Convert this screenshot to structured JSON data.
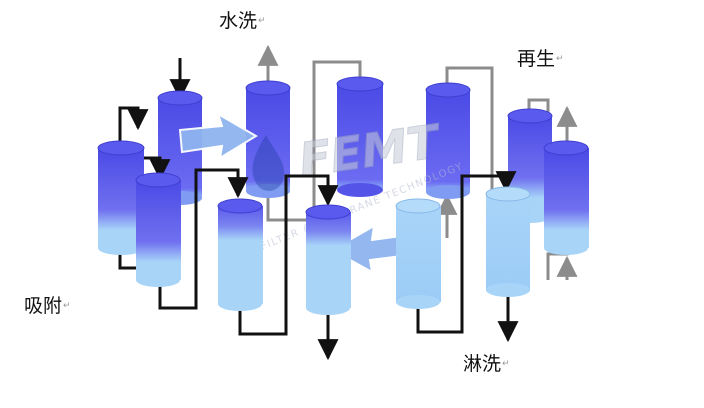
{
  "labels": {
    "water_wash": "水洗",
    "regeneration": "再生",
    "adsorption": "吸附",
    "rinse": "淋洗",
    "return_mark": "↵"
  },
  "watermark": {
    "logo_text": "FEMT",
    "tagline": "FILTER & MEMBRANE TECHNOLOGY"
  },
  "colors": {
    "column_top": "#5050e8",
    "column_bottom": "#a8d4f8",
    "arrow_fill": "#8fb4f0",
    "line_black": "#111111",
    "line_gray": "#8c8c8c"
  }
}
